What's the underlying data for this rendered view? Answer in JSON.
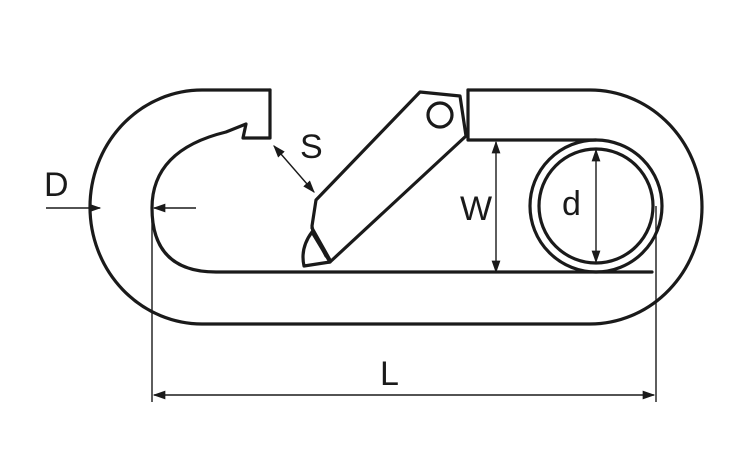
{
  "labels": {
    "D": "D",
    "S": "S",
    "W": "W",
    "d": "d",
    "L": "L"
  },
  "colors": {
    "line": "#1a1a1a",
    "background": "#ffffff"
  }
}
